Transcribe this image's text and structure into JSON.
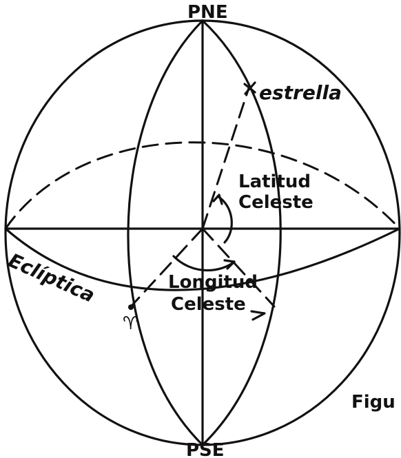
{
  "labels": {
    "north_pole": "PNE",
    "south_pole": "PSE",
    "star": "estrella",
    "ecliptic": "Eclíptica",
    "latitude_line1": "Latitud",
    "latitude_line2": "Celeste",
    "longitude_line1": "Longitud",
    "longitude_line2": "Celeste",
    "aries_symbol": "♈",
    "figure_caption": "Figu"
  },
  "colors": {
    "ink": "#111111",
    "background": "#ffffff"
  }
}
